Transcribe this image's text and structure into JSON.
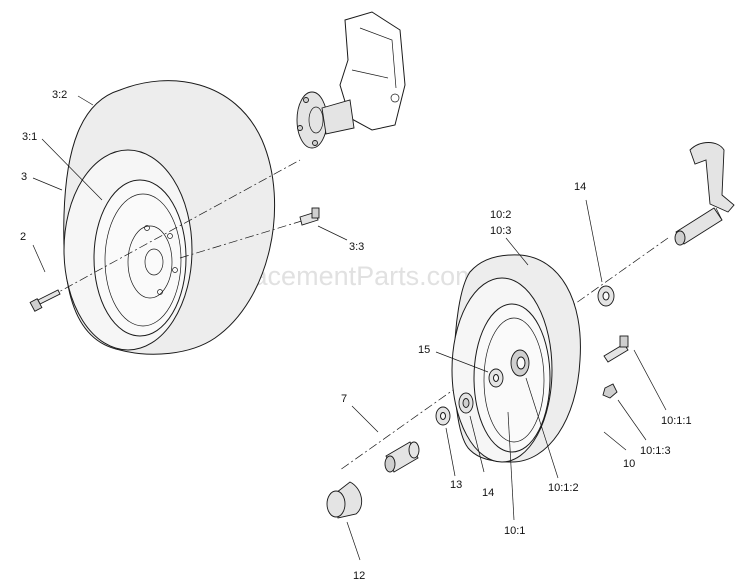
{
  "watermark": "eReplacementParts.com",
  "callouts": {
    "c_3_2": "3:2",
    "c_3_1": "3:1",
    "c_3": "3",
    "c_2": "2",
    "c_3_3": "3:3",
    "c_10_2": "10:2",
    "c_10_3": "10:3",
    "c_14_top": "14",
    "c_15": "15",
    "c_7": "7",
    "c_13": "13",
    "c_14_bottom": "14",
    "c_12": "12",
    "c_10_1": "10:1",
    "c_10_1_2": "10:1:2",
    "c_10": "10",
    "c_10_1_3": "10:1:3",
    "c_10_1_1": "10:1:1"
  }
}
